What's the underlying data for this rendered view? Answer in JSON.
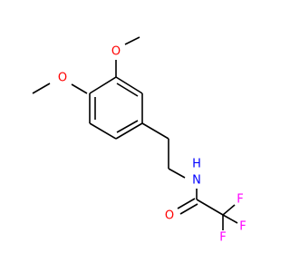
{
  "molecule": {
    "atoms": {
      "o_methoxy_top": "O",
      "o_methoxy_left": "O",
      "n_amide": "N",
      "h_amide": "H",
      "o_carbonyl": "O",
      "f_top": "F",
      "f_right": "F",
      "f_bottom": "F"
    },
    "colors": {
      "bond": "#000000",
      "oxygen": "#ff0000",
      "nitrogen": "#0000ff",
      "fluorine": "#ff00ff"
    }
  }
}
